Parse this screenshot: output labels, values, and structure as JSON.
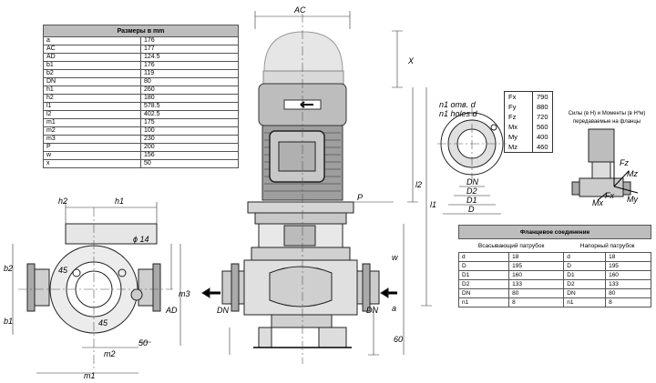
{
  "dims_table": {
    "title": "Размеры в mm",
    "rows": [
      [
        "a",
        "176"
      ],
      [
        "AC",
        "177"
      ],
      [
        "AD",
        "124.5"
      ],
      [
        "b1",
        "176"
      ],
      [
        "b2",
        "119"
      ],
      [
        "DN",
        "80"
      ],
      [
        "h1",
        "260"
      ],
      [
        "h2",
        "180"
      ],
      [
        "l1",
        "578.5"
      ],
      [
        "l2",
        "402.5"
      ],
      [
        "m1",
        "175"
      ],
      [
        "m2",
        "100"
      ],
      [
        "m3",
        "230"
      ],
      [
        "P",
        "200"
      ],
      [
        "w",
        "156"
      ],
      [
        "x",
        "50"
      ]
    ]
  },
  "forces_table": {
    "rows": [
      [
        "Fx",
        "790"
      ],
      [
        "Fy",
        "880"
      ],
      [
        "Fz",
        "720"
      ],
      [
        "Mx",
        "560"
      ],
      [
        "My",
        "400"
      ],
      [
        "Mz",
        "460"
      ]
    ],
    "note_line1": "Силы (в Н) и Моменты (в Н*м)",
    "note_line2": "передаваемые на фланцы"
  },
  "flange_table": {
    "title": "Фланцевое соединение",
    "col1": "Всасывающий патрубок",
    "col2": "Напорный патрубок",
    "rows": [
      [
        "d",
        "18",
        "d",
        "18"
      ],
      [
        "D",
        "195",
        "D",
        "195"
      ],
      [
        "D1",
        "160",
        "D1",
        "160"
      ],
      [
        "D2",
        "133",
        "D2",
        "133"
      ],
      [
        "DN",
        "80",
        "DN",
        "80"
      ],
      [
        "n1",
        "8",
        "n1",
        "8"
      ]
    ]
  },
  "labels": {
    "AC": "AC",
    "X": "X",
    "P": "P",
    "l1": "l1",
    "l2": "l2",
    "w": "w",
    "a": "a",
    "DN": "DN",
    "DN2": "DN",
    "AD": "AD",
    "m1": "m1",
    "m2": "m2",
    "m3": "m3",
    "b1": "b1",
    "b2": "b2",
    "h1": "h1",
    "h2": "h2",
    "phi14": "ϕ 14",
    "d45a": "45",
    "d45b": "45",
    "d50": "50",
    "d60": "60",
    "holes1": "n1 отв. d",
    "holes2": "n1 holes d",
    "fDN": "DN",
    "fD2": "D2",
    "fD1": "D1",
    "fD": "D",
    "aFx": "Fx",
    "aFz": "Fz",
    "aMz": "Mz",
    "aMx": "Mx",
    "aMy": "My"
  }
}
